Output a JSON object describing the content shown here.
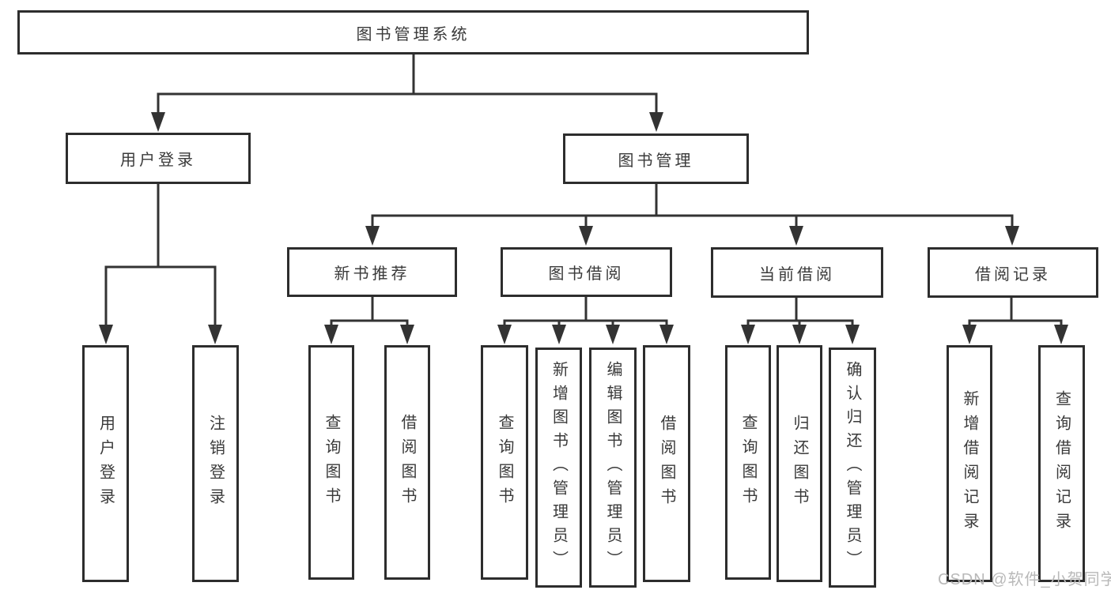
{
  "diagram": {
    "root": "图书管理系统",
    "level2": {
      "user_login": "用户登录",
      "book_management": "图书管理"
    },
    "level3": {
      "new_books": "新书推荐",
      "book_borrowing": "图书借阅",
      "current_borrowing": "当前借阅",
      "borrowing_records": "借阅记录"
    },
    "leaves": {
      "user_login": [
        "用户登录",
        "注销登录"
      ],
      "new_books": [
        "查询图书",
        "借阅图书"
      ],
      "book_borrowing": [
        "查询图书",
        "新增图书（管理员）",
        "编辑图书（管理员）",
        "借阅图书"
      ],
      "current_borrowing": [
        "查询图书",
        "归还图书",
        "确认归还（管理员）"
      ],
      "borrowing_records": [
        "新增借阅记录",
        "查询借阅记录"
      ]
    },
    "watermark": "CSDN @软件_小贺同学",
    "colors": {
      "line": "#333333",
      "border": "#2d2d2d",
      "text": "#3a3a3a",
      "watermark": "#b9b9b9",
      "background": "#ffffff"
    }
  }
}
